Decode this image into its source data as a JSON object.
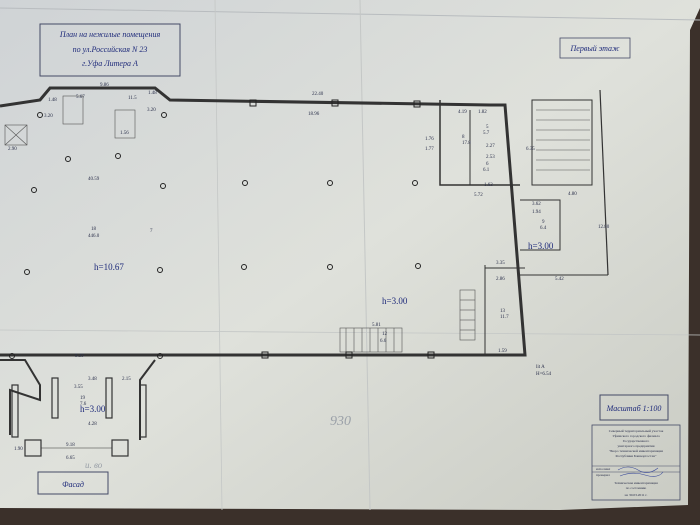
{
  "title_block": {
    "line1": "План на нежилые помещения",
    "line2": "по ул.Российская N 23",
    "line3": "г.Уфа Литера А"
  },
  "floor_label": "Первый этаж",
  "scale_label": "Масштаб 1:100",
  "facade_label": "Фасад",
  "stamp": {
    "lines": [
      "Северный территориальный участок",
      "Уфимского городского филиала",
      "Государственного",
      "унитарного предприятия",
      "\"Бюро технической инвентаризации",
      "Республики Башкортостан\""
    ],
    "executed": "исполнил",
    "checked": "проверил",
    "footer1": "Техническая инвентаризация",
    "footer2": "по состоянию",
    "date": "на 30.03.2011 г."
  },
  "plan": {
    "dims": [
      "9.86",
      "1.48",
      "5.67",
      "11.5",
      "1.48",
      "3.20",
      "3.20",
      "1.56",
      "2.90",
      "40.59",
      "446.0",
      "h=10.67",
      "22.40",
      "18.96",
      "4.19",
      "1.82",
      "1.76",
      "1.77",
      "17.8",
      "5.7",
      "2.27",
      "2.53",
      "6.1",
      "1.63",
      "5.72",
      "3.62",
      "1.94",
      "6.4",
      "h=3.00",
      "3.35",
      "2.86",
      "5.42",
      "4.80",
      "12.80",
      "6.35",
      "h=3.00",
      "5.81",
      "6.6",
      "1.59",
      "11.7",
      "lit A",
      "H=6.54",
      "9.39",
      "3.48",
      "3.55",
      "7.6",
      "h=3.00",
      "4.28",
      "2.15",
      "9.18",
      "6.65",
      "1.90"
    ],
    "rooms": [
      "18",
      "12",
      "19",
      "9",
      "8",
      "6",
      "5",
      "7",
      "13"
    ],
    "handwritten": [
      "930",
      "и. во"
    ]
  }
}
